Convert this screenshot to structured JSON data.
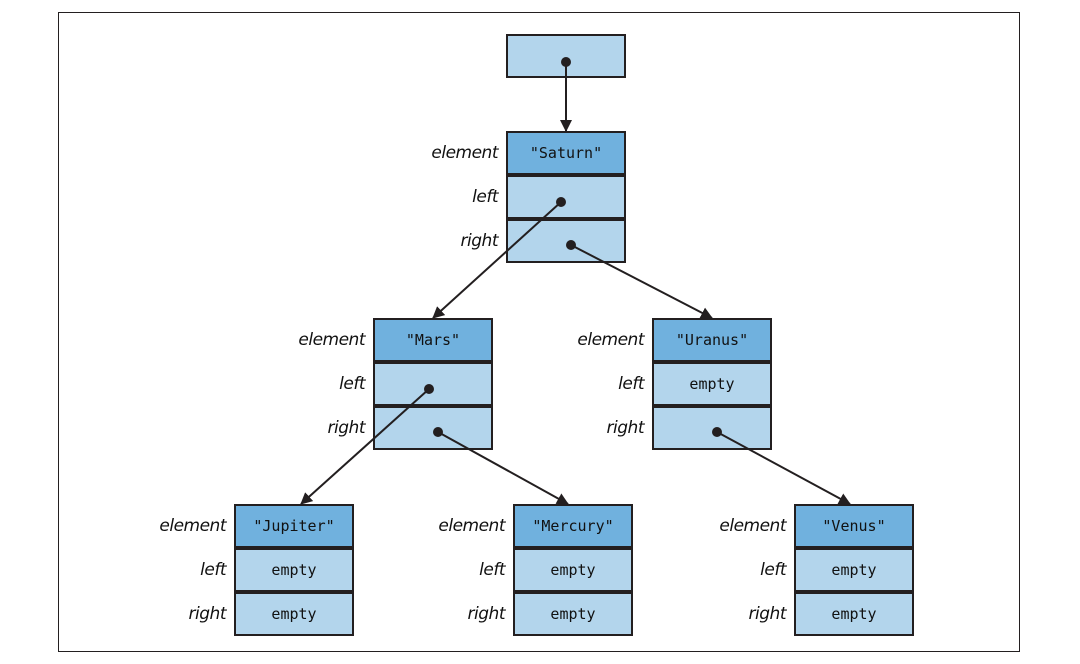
{
  "labels": {
    "element": "element",
    "left": "left",
    "right": "right"
  },
  "colors": {
    "field_fill": "#b3d5ec",
    "element_fill": "#70b1de",
    "stroke": "#231f20"
  },
  "nodes": {
    "saturn": {
      "element": "\"Saturn\"",
      "left": "",
      "right": ""
    },
    "mars": {
      "element": "\"Mars\"",
      "left": "",
      "right": ""
    },
    "uranus": {
      "element": "\"Uranus\"",
      "left": "empty",
      "right": ""
    },
    "jupiter": {
      "element": "\"Jupiter\"",
      "left": "empty",
      "right": "empty"
    },
    "mercury": {
      "element": "\"Mercury\"",
      "left": "empty",
      "right": "empty"
    },
    "venus": {
      "element": "\"Venus\"",
      "left": "empty",
      "right": "empty"
    }
  },
  "edges": [
    {
      "from": "root",
      "to": "saturn"
    },
    {
      "from": "saturn.left",
      "to": "mars"
    },
    {
      "from": "saturn.right",
      "to": "uranus"
    },
    {
      "from": "mars.left",
      "to": "jupiter"
    },
    {
      "from": "mars.right",
      "to": "mercury"
    },
    {
      "from": "uranus.right",
      "to": "venus"
    }
  ]
}
